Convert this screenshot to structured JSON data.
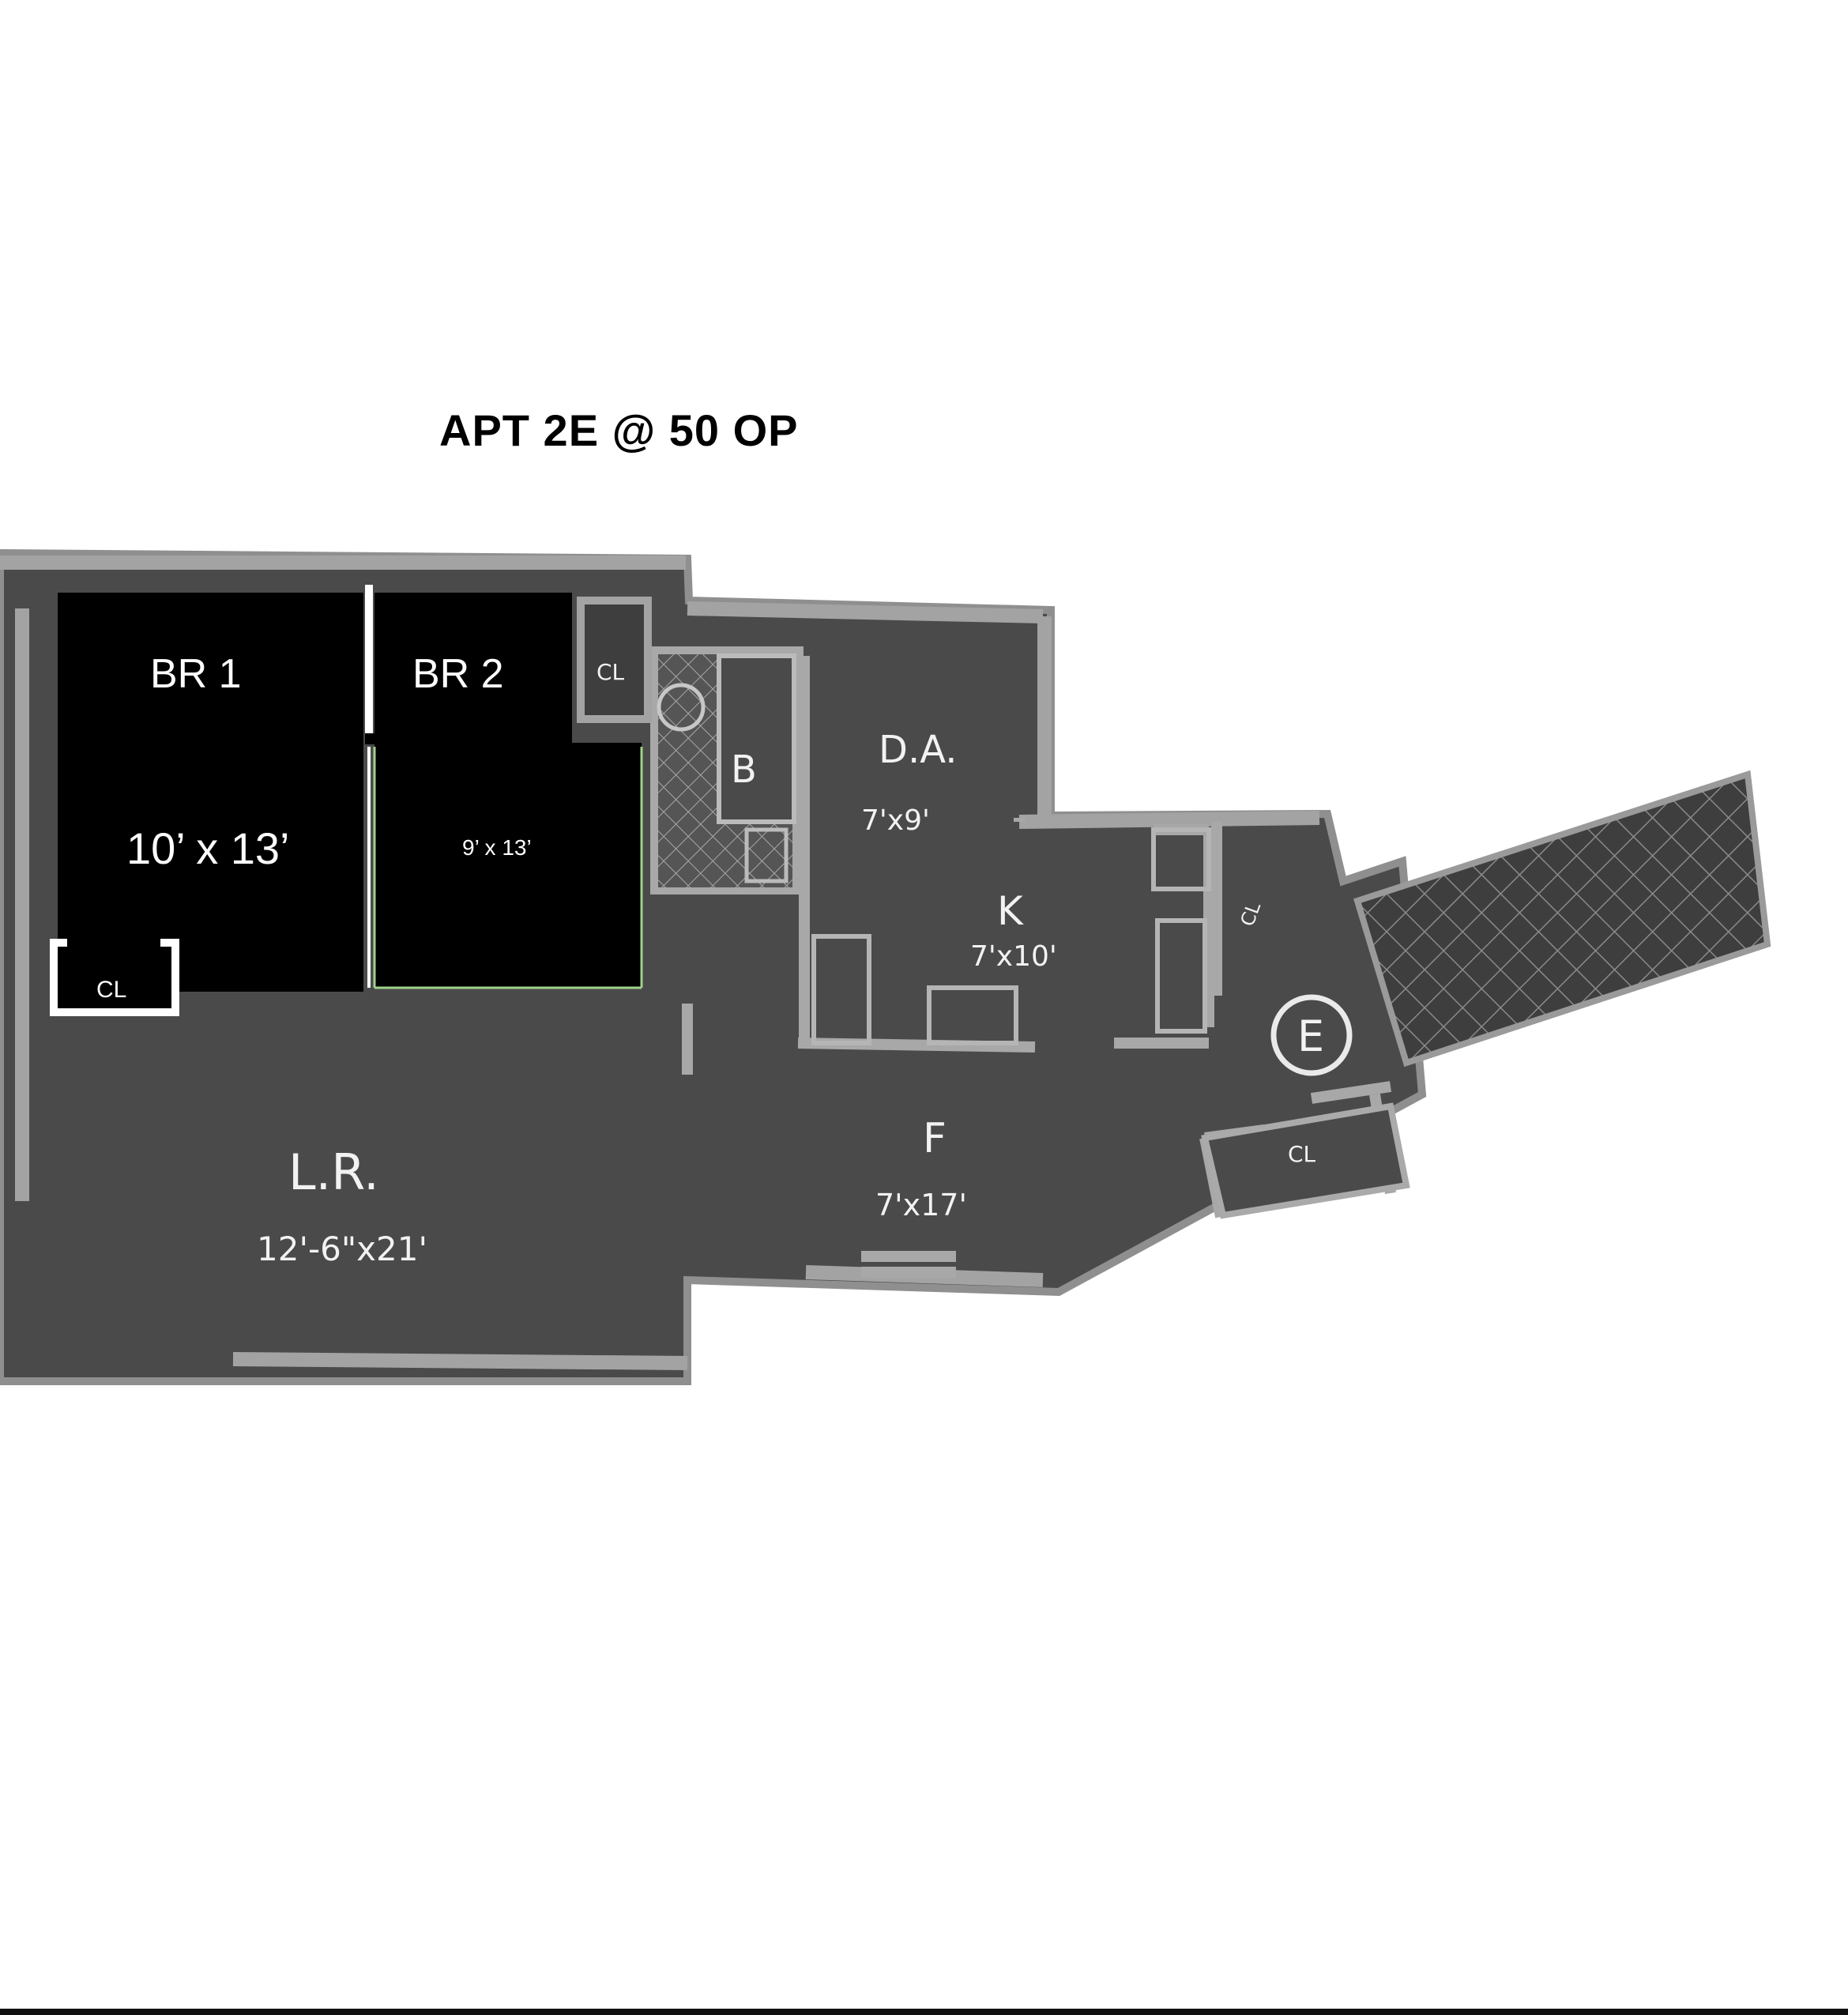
{
  "title": "APT 2E @ 50 OP",
  "rooms": {
    "br1": {
      "name": "BR 1",
      "size": "10’ x 13’",
      "closet": "CL"
    },
    "br2": {
      "name": "BR 2",
      "size": "9’ x 13’"
    },
    "bath": {
      "name": "B"
    },
    "dining": {
      "name": "D.A.",
      "size": "7'x9'"
    },
    "kitchen": {
      "name": "K",
      "size": "7'x10'"
    },
    "living": {
      "name": "L.R.",
      "size": "12'-6\"x21'"
    },
    "foyer": {
      "name": "F",
      "size": "7'x17'"
    },
    "closet_br2": {
      "name": "CL"
    },
    "closet_kitchen": {
      "name": "CL"
    },
    "closet_foyer": {
      "name": "CL"
    },
    "entry": {
      "name": "E"
    }
  },
  "colors": {
    "plan_fill": "#4a4a4a",
    "wall": "#9a9a9a",
    "bedroom_overlay": "#000000",
    "paper": "#ffffff",
    "br2_edge": "#9fd28a"
  }
}
